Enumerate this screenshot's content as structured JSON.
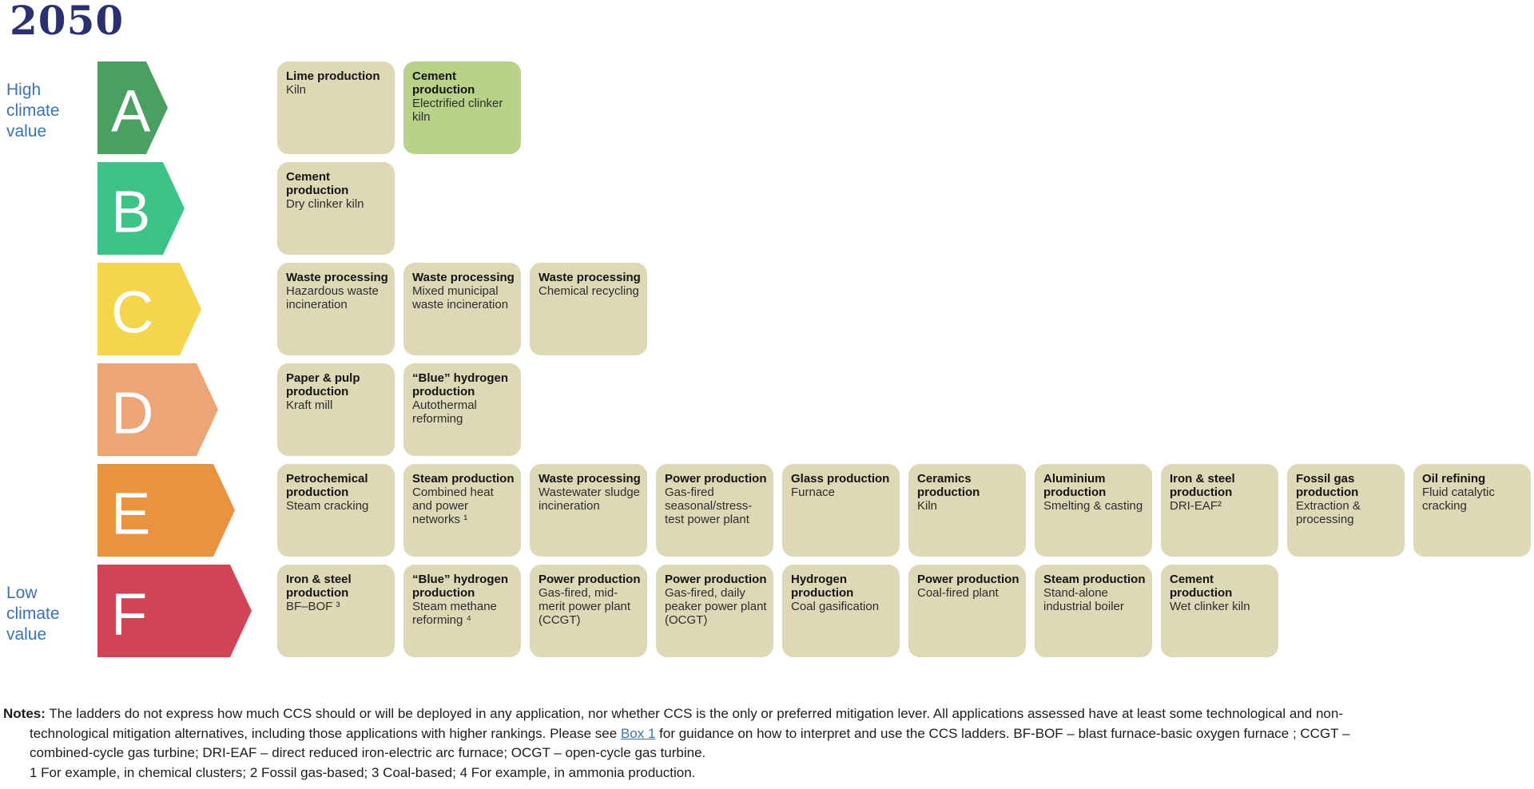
{
  "title": "2050",
  "side_labels": {
    "high": "High climate value",
    "low": "Low climate value"
  },
  "colors": {
    "title_blue": "#2b3170",
    "accent_blue": "#3a72b4",
    "card_bg": "#ddd8b6",
    "card_highlight_bg": "#b8d289"
  },
  "rows": [
    {
      "letter": "A",
      "color": "#4c9f63",
      "cards": [
        {
          "title": "Lime production",
          "subtitle": "Kiln"
        },
        {
          "title": "Cement production",
          "subtitle": "Electrified clinker kiln",
          "highlight": true
        }
      ]
    },
    {
      "letter": "B",
      "color": "#3dc386",
      "cards": [
        {
          "title": "Cement production",
          "subtitle": "Dry clinker kiln"
        }
      ]
    },
    {
      "letter": "C",
      "color": "#f5d44e",
      "cards": [
        {
          "title": "Waste processing",
          "subtitle": "Hazardous waste incineration"
        },
        {
          "title": "Waste processing",
          "subtitle": "Mixed municipal waste incineration"
        },
        {
          "title": "Waste processing",
          "subtitle": "Chemical recycling"
        }
      ]
    },
    {
      "letter": "D",
      "color": "#eda577",
      "cards": [
        {
          "title": "Paper & pulp production",
          "subtitle": "Kraft mill"
        },
        {
          "title": "“Blue” hydrogen production",
          "subtitle": "Autothermal reforming"
        }
      ]
    },
    {
      "letter": "E",
      "color": "#e9923f",
      "cards": [
        {
          "title": "Petrochemical production",
          "subtitle": "Steam cracking"
        },
        {
          "title": "Steam production",
          "subtitle": "Combined heat and power networks ¹"
        },
        {
          "title": "Waste processing",
          "subtitle": "Wastewater sludge incineration"
        },
        {
          "title": "Power production",
          "subtitle": "Gas-fired seasonal/stress-test power plant"
        },
        {
          "title": "Glass production",
          "subtitle": "Furnace"
        },
        {
          "title": "Ceramics production",
          "subtitle": "Kiln"
        },
        {
          "title": "Aluminium production",
          "subtitle": "Smelting & casting"
        },
        {
          "title": "Iron & steel production",
          "subtitle": "DRI-EAF²"
        },
        {
          "title": "Fossil gas production",
          "subtitle": "Extraction & processing"
        },
        {
          "title": "Oil refining",
          "subtitle": "Fluid catalytic cracking"
        }
      ]
    },
    {
      "letter": "F",
      "color": "#d04456",
      "cards": [
        {
          "title": "Iron & steel production",
          "subtitle": "BF–BOF ³"
        },
        {
          "title": "“Blue” hydrogen production",
          "subtitle": "Steam methane reforming ⁴"
        },
        {
          "title": "Power production",
          "subtitle": "Gas-fired, mid-merit power plant (CCGT)"
        },
        {
          "title": "Power production",
          "subtitle": "Gas-fired, daily peaker power plant (OCGT)"
        },
        {
          "title": "Hydrogen production",
          "subtitle": "Coal gasification"
        },
        {
          "title": "Power production",
          "subtitle": "Coal-fired plant"
        },
        {
          "title": "Steam production",
          "subtitle": "Stand-alone industrial boiler"
        },
        {
          "title": "Cement production",
          "subtitle": "Wet clinker kiln"
        }
      ]
    }
  ],
  "notes": {
    "label": "Notes:",
    "line1": "The ladders do not express how much CCS should or will be deployed in any application, nor whether CCS is the only or preferred mitigation lever. All applications assessed have at least some technological and non-",
    "line2_before": "technological mitigation alternatives, including those applications with higher rankings. Please see ",
    "link": "Box 1",
    "line2_after": " for guidance on how to interpret and use the CCS ladders. BF-BOF – blast furnace-basic oxygen furnace ; CCGT –",
    "line3": "combined-cycle gas turbine; DRI-EAF – direct reduced iron-electric arc furnace; OCGT – open-cycle gas turbine.",
    "line4": "1 For example, in chemical clusters; 2 Fossil gas-based; 3 Coal-based; 4 For example, in ammonia production."
  }
}
